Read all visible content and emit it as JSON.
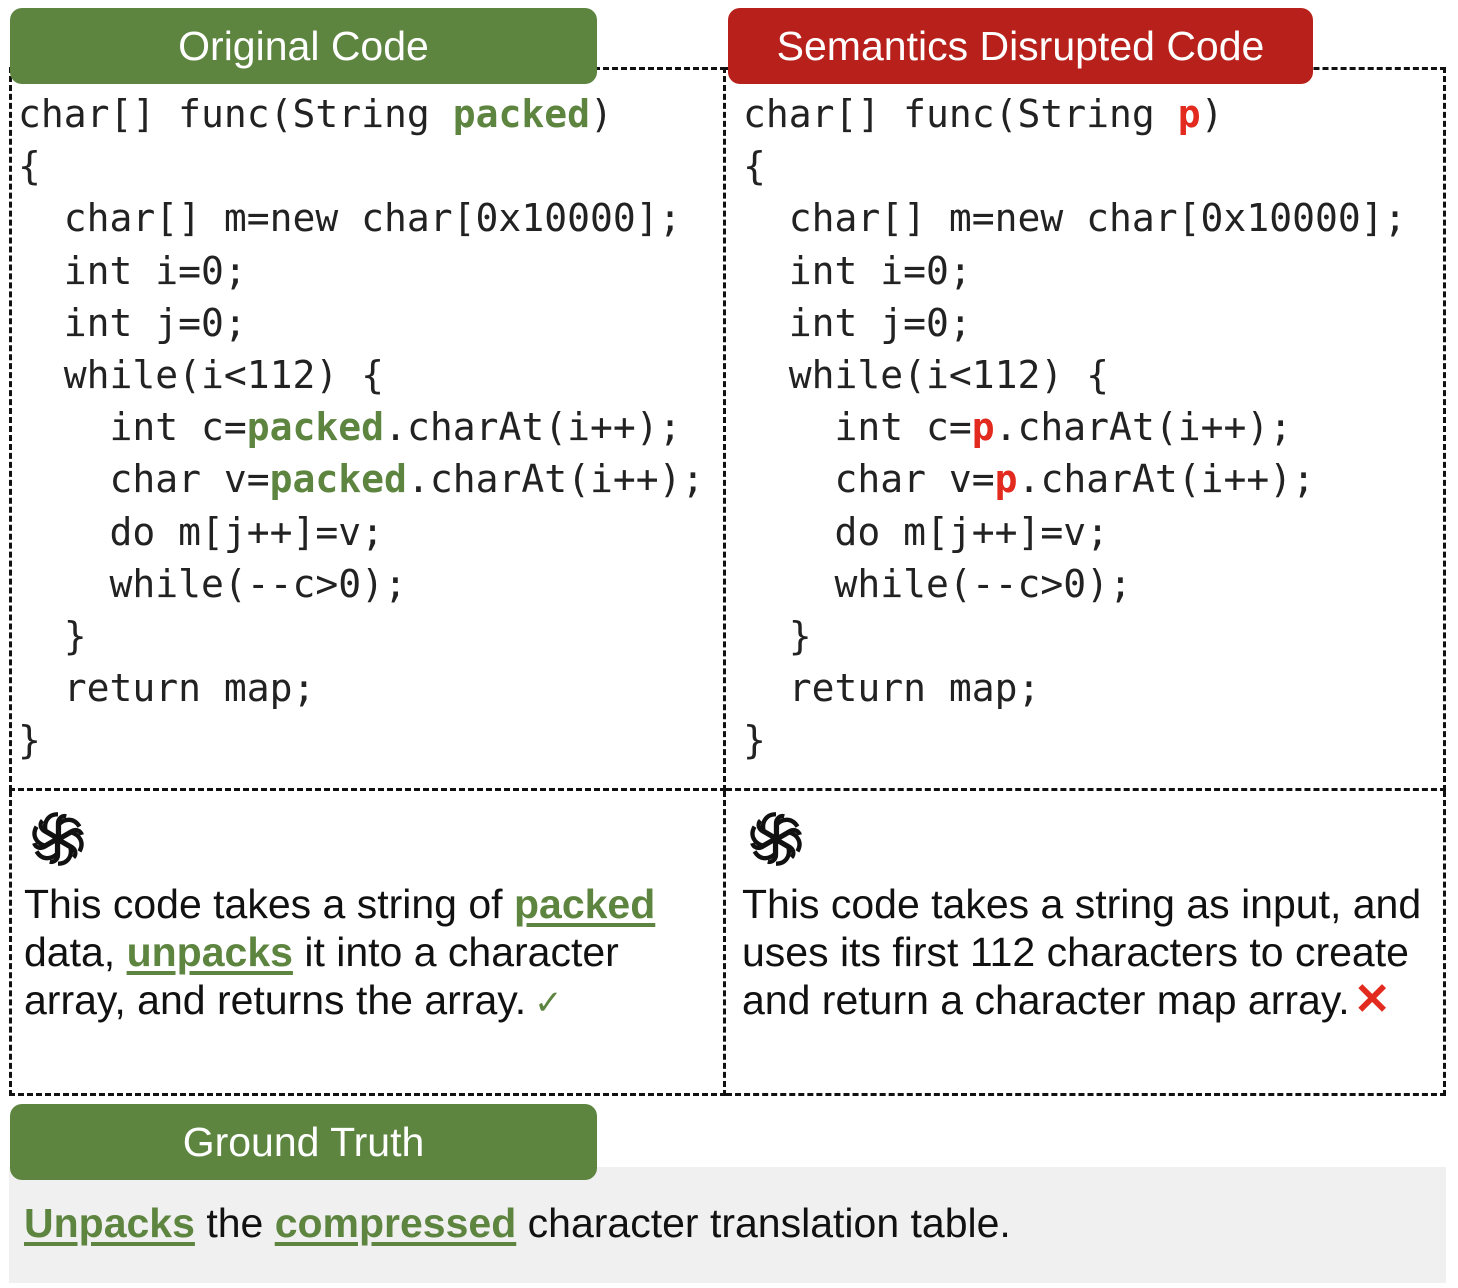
{
  "labels": {
    "original": "Original Code",
    "disrupted": "Semantics Disrupted Code",
    "ground_truth": "Ground Truth"
  },
  "original_code": {
    "param": "packed",
    "lines": [
      [
        "char[] func(String ",
        "packed",
        ")"
      ],
      [
        "{"
      ],
      [
        "  char[] m=new char[0x10000];"
      ],
      [
        "  int i=0;"
      ],
      [
        "  int j=0;"
      ],
      [
        "  while(i<112) {"
      ],
      [
        "    int c=",
        "packed",
        ".charAt(i++);"
      ],
      [
        "    char v=",
        "packed",
        ".charAt(i++);"
      ],
      [
        "    do m[j++]=v;"
      ],
      [
        "    while(--c>0);"
      ],
      [
        "  }"
      ],
      [
        "  return map;"
      ],
      [
        "}"
      ]
    ]
  },
  "disrupted_code": {
    "param": "p",
    "lines": [
      [
        "char[] func(String ",
        "p",
        ")"
      ],
      [
        "{"
      ],
      [
        "  char[] m=new char[0x10000];"
      ],
      [
        "  int i=0;"
      ],
      [
        "  int j=0;"
      ],
      [
        "  while(i<112) {"
      ],
      [
        "    int c=",
        "p",
        ".charAt(i++);"
      ],
      [
        "    char v=",
        "p",
        ".charAt(i++);"
      ],
      [
        "    do m[j++]=v;"
      ],
      [
        "    while(--c>0);"
      ],
      [
        "  }"
      ],
      [
        "  return map;"
      ],
      [
        "}"
      ]
    ]
  },
  "explanations": {
    "original": {
      "t1": "This code takes a string of ",
      "kw1": "packed",
      "t2": " data, ",
      "kw2": "unpacks",
      "t3": " it into a character array, and returns the array.",
      "mark": "✓"
    },
    "disrupted": {
      "text": "This code takes a string as input, and uses its first 112 characters to create and return a character map array.",
      "mark": "✕"
    }
  },
  "ground_truth": {
    "kw1": "Unpacks",
    "t1": " the ",
    "kw2": "compressed",
    "t2": " character translation table."
  },
  "icons": {
    "model_logo": "chatgpt-logo-icon",
    "correct": "check-icon",
    "wrong": "cross-icon"
  },
  "colors": {
    "green": "#5d8540",
    "red_label": "#b8211b",
    "red_highlight": "#e22a1f",
    "ground_truth_bg": "#f0f0f0"
  }
}
